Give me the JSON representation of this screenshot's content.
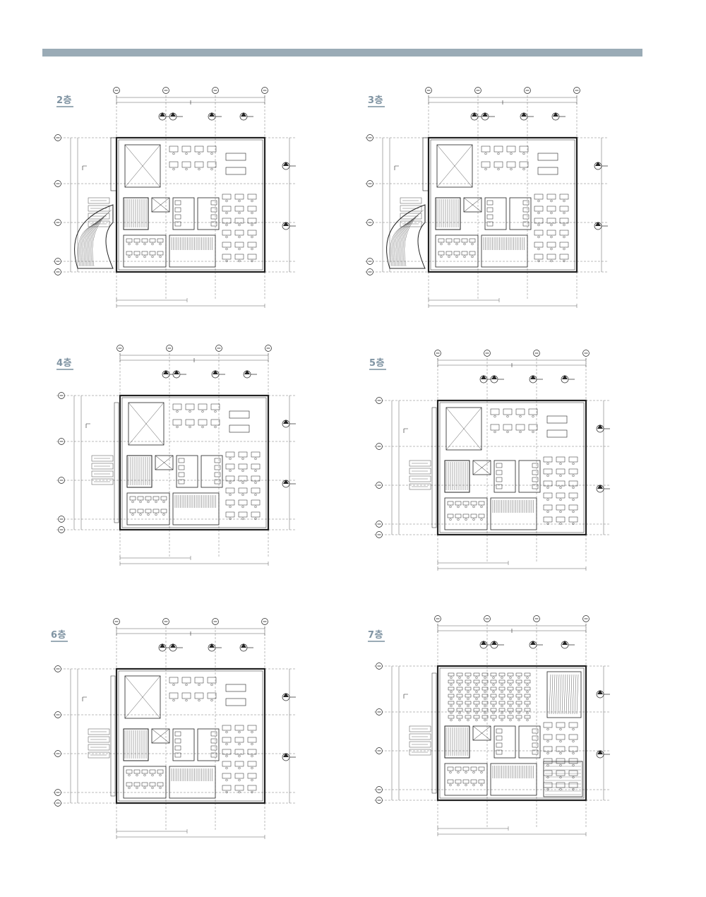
{
  "header_band_color": "#9aabb6",
  "label_color": "#7f93a2",
  "floors": [
    {
      "id": "f2",
      "label": "2층",
      "variant": "curved-stair",
      "grid_cols": 4,
      "grid_rows": 4
    },
    {
      "id": "f3",
      "label": "3층",
      "variant": "curved-stair",
      "grid_cols": 4,
      "grid_rows": 4
    },
    {
      "id": "f4",
      "label": "4층",
      "variant": "standard",
      "grid_cols": 4,
      "grid_rows": 4
    },
    {
      "id": "f5",
      "label": "5층",
      "variant": "standard",
      "grid_cols": 4,
      "grid_rows": 4
    },
    {
      "id": "f6",
      "label": "6층",
      "variant": "standard",
      "grid_cols": 4,
      "grid_rows": 4
    },
    {
      "id": "f7",
      "label": "7층",
      "variant": "auditorium",
      "grid_cols": 4,
      "grid_rows": 4
    }
  ]
}
